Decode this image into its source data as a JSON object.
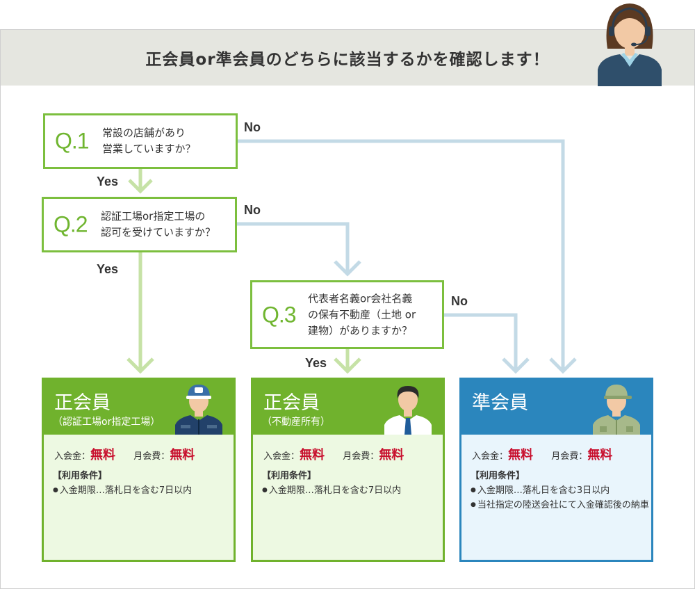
{
  "header": {
    "title": "正会員or準会員のどちらに該当するかを確認します！"
  },
  "questions": [
    {
      "num": "Q.1",
      "text": "常設の店舗があり\n営業していますか？"
    },
    {
      "num": "Q.2",
      "text": "認証工場or指定工場の\n認可を受けていますか？"
    },
    {
      "num": "Q.3",
      "text": "代表者名義or会社名義\nの保有不動産（土地 or\n建物）がありますか？"
    }
  ],
  "edges": {
    "yes": "Yes",
    "no": "No"
  },
  "fee_labels": {
    "entry": "入会金：",
    "monthly": "月会費："
  },
  "cards": [
    {
      "title": "正会員",
      "subtitle": "（認証工場or指定工場）",
      "entry_fee": "無料",
      "monthly_fee": "無料",
      "conditions_title": "【利用条件】",
      "conditions": [
        "入金期限…落札日を含む7日以内"
      ],
      "color": "#70b22d"
    },
    {
      "title": "正会員",
      "subtitle": "（不動産所有）",
      "entry_fee": "無料",
      "monthly_fee": "無料",
      "conditions_title": "【利用条件】",
      "conditions": [
        "入金期限…落札日を含む7日以内"
      ],
      "color": "#70b22d"
    },
    {
      "title": "準会員",
      "entry_fee": "無料",
      "monthly_fee": "無料",
      "conditions_title": "【利用条件】",
      "conditions": [
        "入金期限…落札日を含む3日以内",
        "当社指定の陸送会社にて入金確認後の納車"
      ],
      "color": "#2b86bd"
    }
  ],
  "colors": {
    "yes_arrow": "#c6e2a6",
    "no_arrow": "#c3dae6",
    "fee_red": "#c8102e"
  }
}
